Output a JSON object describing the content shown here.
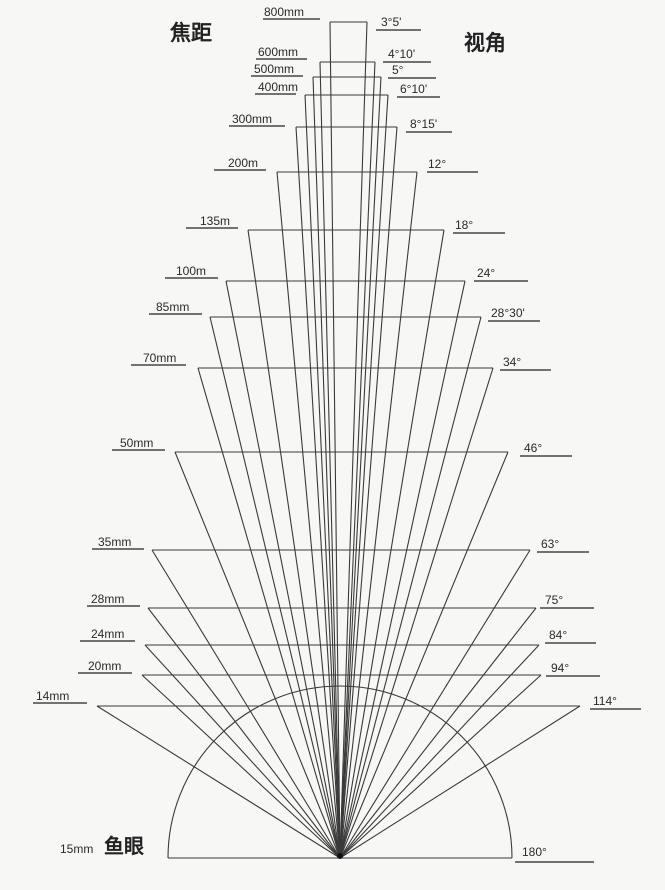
{
  "titles": {
    "focal_length": "焦距",
    "view_angle": "视角"
  },
  "fisheye": {
    "focal": "15mm",
    "name": "鱼眼",
    "angle": "180°"
  },
  "lenses": [
    {
      "focal": "800mm",
      "angle": "3°5'"
    },
    {
      "focal": "600mm",
      "angle": "4°10'"
    },
    {
      "focal": "500mm",
      "angle": "5°"
    },
    {
      "focal": "400mm",
      "angle": "6°10'"
    },
    {
      "focal": "300mm",
      "angle": "8°15'"
    },
    {
      "focal": "200m",
      "angle": "12°"
    },
    {
      "focal": "135m",
      "angle": "18°"
    },
    {
      "focal": "100m",
      "angle": "24°"
    },
    {
      "focal": "85mm",
      "angle": "28°30'"
    },
    {
      "focal": "70mm",
      "angle": "34°"
    },
    {
      "focal": "50mm",
      "angle": "46°"
    },
    {
      "focal": "35mm",
      "angle": "63°"
    },
    {
      "focal": "28mm",
      "angle": "75°"
    },
    {
      "focal": "24mm",
      "angle": "84°"
    },
    {
      "focal": "20mm",
      "angle": "94°"
    },
    {
      "focal": "14mm",
      "angle": "114°"
    }
  ]
}
